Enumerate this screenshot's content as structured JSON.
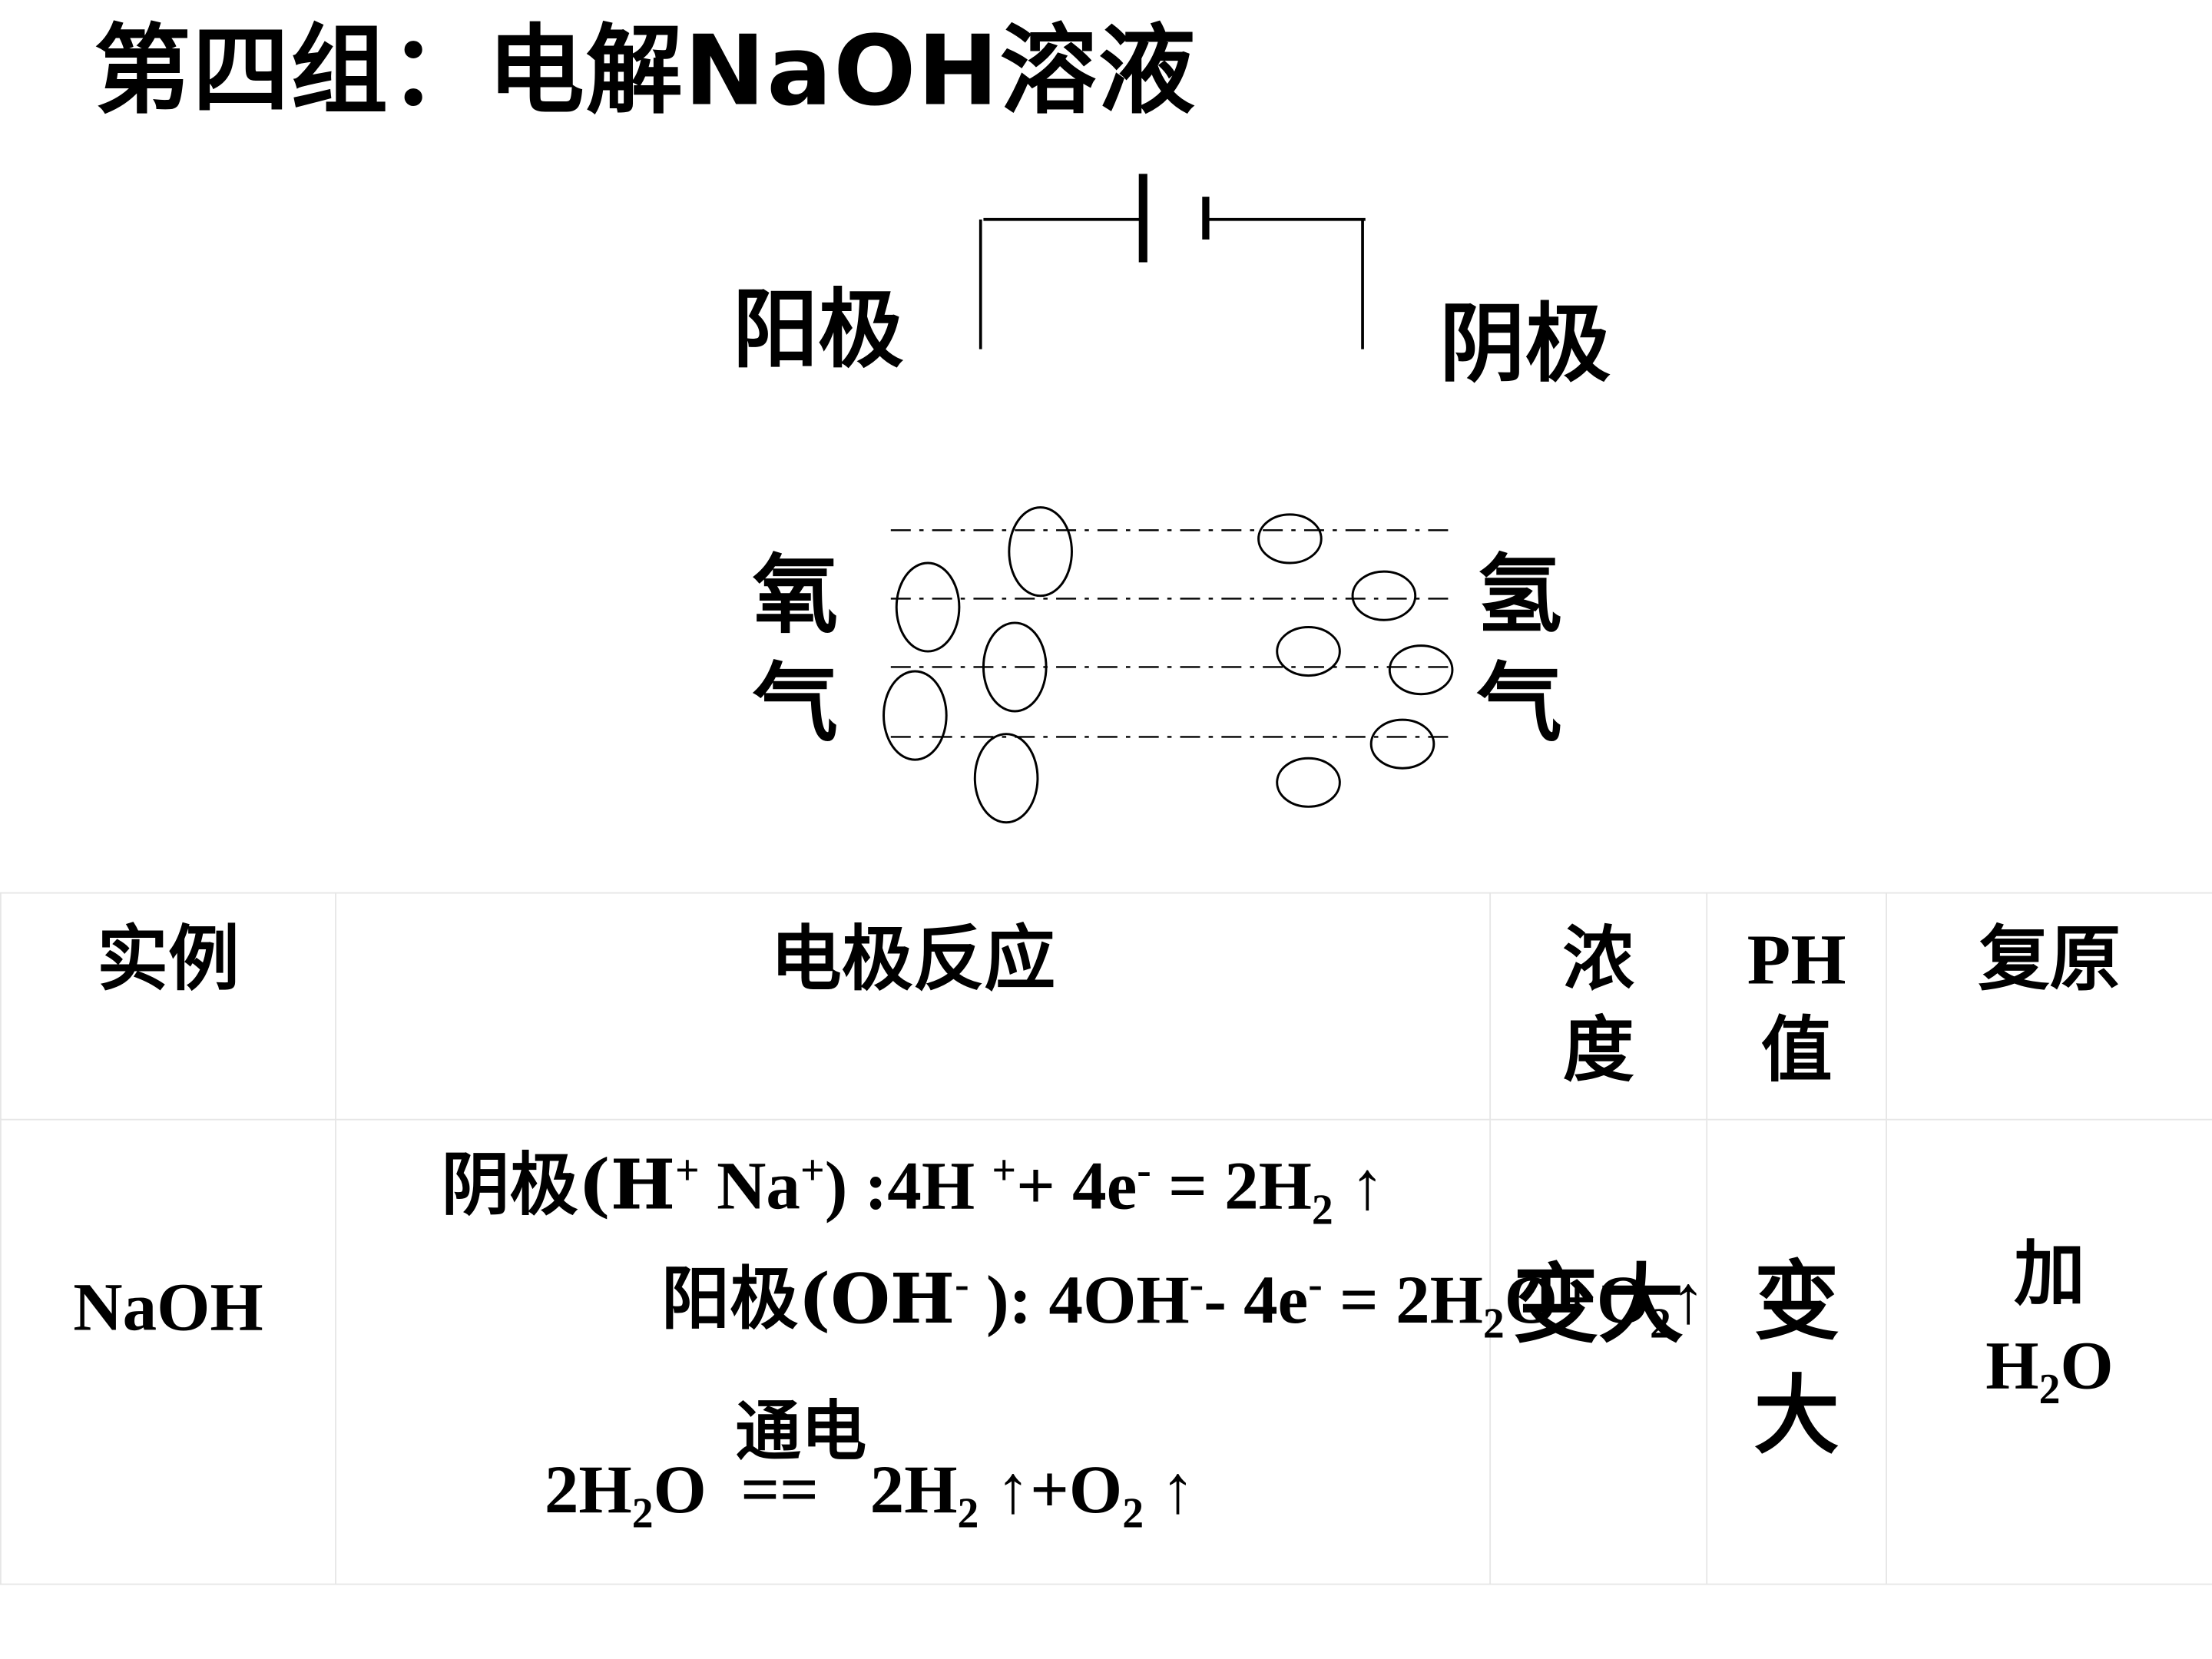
{
  "title": "第四组：电解NaOH溶液",
  "diagram": {
    "anode_label": "阳极",
    "cathode_label": "阴极",
    "left_gas_label": [
      "氧",
      "气"
    ],
    "right_gas_label": [
      "氢",
      "气"
    ]
  },
  "table": {
    "headers": {
      "example": "实例",
      "electrode_reaction": "电极反应",
      "concentration": [
        "浓",
        "度"
      ],
      "ph": [
        "PH",
        "值"
      ],
      "restore": "复原"
    },
    "row": {
      "example": "NaOH",
      "cathode_eq": {
        "prefix": "阴极(H",
        "sup1": "+",
        "mid1": " Na",
        "sup2": "+",
        "mid2": ") :4H ",
        "sup3": "+",
        "mid3": "+ 4e",
        "sup4": "-",
        "mid4": " =  2H",
        "sub1": "2",
        "suffix": " ↑"
      },
      "anode_eq": {
        "prefix": "阳极(OH",
        "sup1": "-",
        "mid1": " ): 4OH",
        "sup2": "-",
        "mid2": "- 4e",
        "sup3": "-",
        "mid3": " =  2H",
        "sub1": "2",
        "mid4": "O+O",
        "sub2": "2",
        "suffix": "↑"
      },
      "condition": "通电",
      "total_eq": {
        "p1": "2H",
        "sub1": "2",
        "p2": "O  ==   2H",
        "sub2": "2",
        "p3": " ↑+O",
        "sub3": "2",
        "p4": " ↑"
      },
      "concentration": "变大",
      "ph": [
        "变",
        "大"
      ],
      "restore": {
        "line1": "加",
        "h": "H",
        "sub": "2",
        "o": "O"
      }
    }
  }
}
